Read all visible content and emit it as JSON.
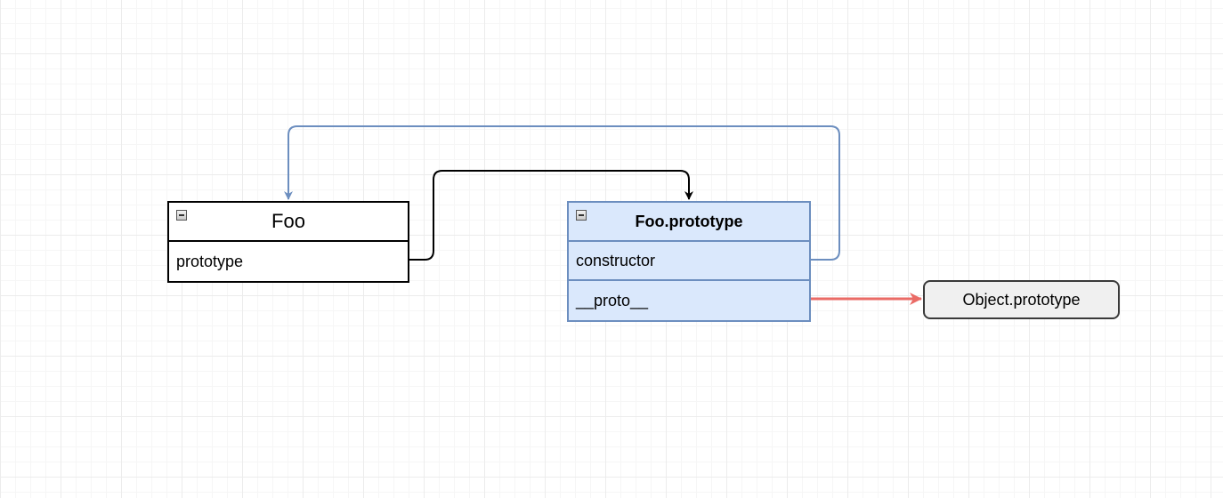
{
  "diagram": {
    "nodes": {
      "foo": {
        "title": "Foo",
        "rows": [
          "prototype"
        ]
      },
      "foo_prototype": {
        "title": "Foo.prototype",
        "rows": [
          "constructor",
          "__proto__"
        ]
      },
      "object_prototype": {
        "label": "Object.prototype"
      }
    },
    "edges": [
      {
        "from": "foo.prototype",
        "to": "foo_prototype",
        "color": "#000000"
      },
      {
        "from": "foo_prototype.constructor",
        "to": "foo",
        "color": "#6c8ebf"
      },
      {
        "from": "foo_prototype.__proto__",
        "to": "object_prototype",
        "color": "#ea6b66"
      }
    ],
    "colors": {
      "blue_fill": "#dae8fc",
      "blue_stroke": "#6c8ebf",
      "grey_fill": "#f0f0f0",
      "red_arrow": "#ea6b66"
    }
  }
}
